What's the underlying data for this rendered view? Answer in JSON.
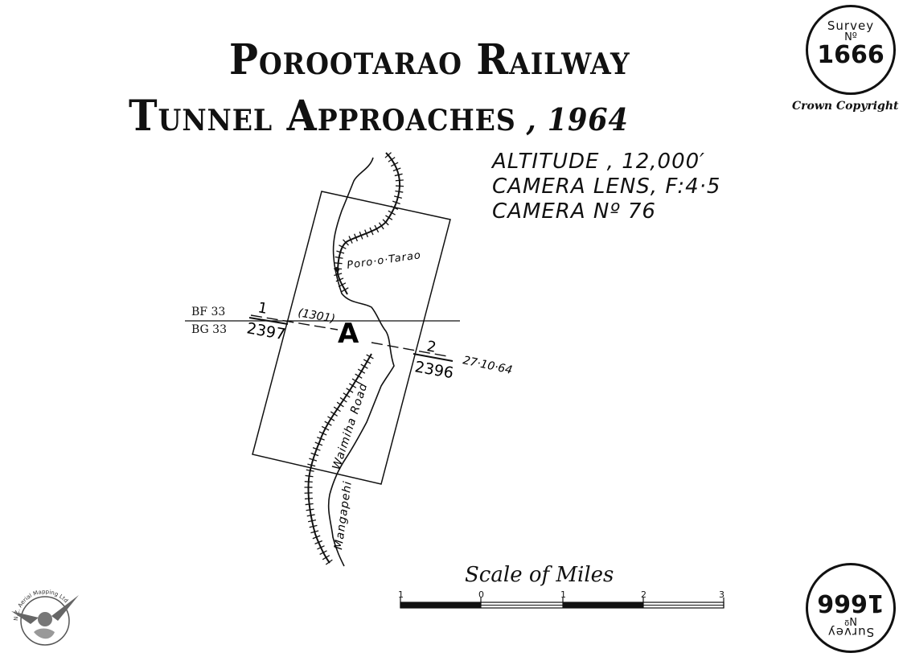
{
  "title": {
    "line1": "Porootarao Railway",
    "line2": "Tunnel Approaches",
    "year": ", 1964"
  },
  "flight_info": {
    "altitude": "Altitude , 12,000′",
    "lens": "Camera Lens, F:4·5",
    "camera": "Camera Nº 76"
  },
  "seal": {
    "word": "Survey",
    "no": "Nº",
    "number": "1666"
  },
  "copyright": "Crown Copyright",
  "sheets": {
    "upper": "BF 33",
    "lower": "BG 33"
  },
  "run": {
    "start_label": "1",
    "start_number": "2397",
    "end_label": "2",
    "end_number": "2396",
    "strip_number": "(1301)",
    "letter": "A",
    "date": "27·10·64"
  },
  "place_labels": {
    "station": "Poro·o·Tarao",
    "road": "Waimiha Road",
    "area": "Mangapehi"
  },
  "scale": {
    "title": "Scale of Miles",
    "ticks": [
      "1",
      "0",
      "1",
      "2",
      "3"
    ]
  },
  "logo": {
    "text": "N.Z. Aerial Mapping Ltd"
  }
}
